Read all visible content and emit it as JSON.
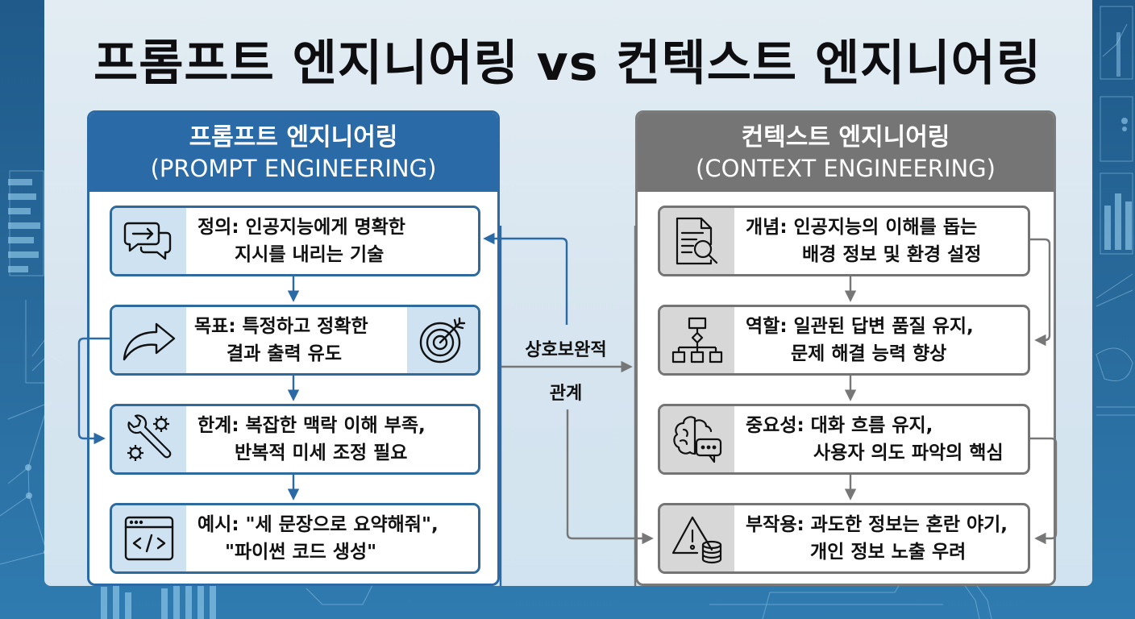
{
  "title": "프롬프트 엔지니어링 vs 컨텍스트 엔지니어링",
  "colors": {
    "prompt_accent": "#2a6aa6",
    "prompt_icon_bg": "#cfe2f1",
    "context_accent": "#757575",
    "context_icon_bg": "#d7d7d7",
    "background": "#1f5a8a",
    "panel": "#e2edf5"
  },
  "left": {
    "title_ko": "프롬프트 엔지니어링",
    "title_en": "(PROMPT ENGINEERING)",
    "cards": [
      {
        "icon": "chat-arrow-icon",
        "line1": "정의: 인공지능에게 명확한",
        "line2": "지시를 내리는 기술"
      },
      {
        "icon": "curved-arrow-icon",
        "icon_right": "target-icon",
        "line1": "목표: 특정하고 정확한",
        "line2": "결과 출력 유도"
      },
      {
        "icon": "wrench-gears-icon",
        "line1": "한계: 복잡한 맥락 이해 부족,",
        "line2": "반복적 미세 조정 필요"
      },
      {
        "icon": "code-window-icon",
        "line1": "예시: \"세 문장으로 요약해줘\",",
        "line2": "\"파이썬 코드 생성\""
      }
    ]
  },
  "middle": {
    "line1": "상호보완적",
    "line2": "관계"
  },
  "right": {
    "title_ko": "컨텍스트 엔지니어링",
    "title_en": "(CONTEXT ENGINEERING)",
    "cards": [
      {
        "icon": "document-search-icon",
        "line1": "개념: 인공지능의 이해를 돕는",
        "line2": "배경 정보 및 환경 설정"
      },
      {
        "icon": "flowchart-icon",
        "line1": "역할: 일관된 답변 품질 유지,",
        "line2": "문제 해결 능력 향상"
      },
      {
        "icon": "brain-chat-icon",
        "line1": "중요성: 대화 흐름 유지,",
        "line2": "사용자 의도 파악의 핵심"
      },
      {
        "icon": "warning-database-icon",
        "line1": "부작용: 과도한 정보는 혼란 야기,",
        "line2": "개인 정보 노출 우려"
      }
    ]
  }
}
